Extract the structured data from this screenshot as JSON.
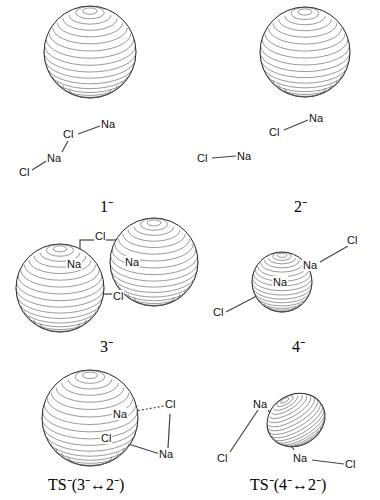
{
  "diagram": {
    "labels": [
      "Cl",
      "Na",
      "Cl",
      "Na",
      "1⁻",
      "Cl",
      "Na",
      "Cl",
      "Na",
      "2⁻",
      "Cl",
      "Na",
      "Na",
      "Cl",
      "3⁻",
      "Cl",
      "Na",
      "Na",
      "Cl",
      "4⁻",
      "Na",
      "Cl",
      "Cl",
      "Na",
      "TS⁻(3⁻↔2⁻)",
      "Na",
      "Na",
      "Cl",
      "Cl",
      "TS⁻(4⁻↔2⁻)"
    ]
  }
}
